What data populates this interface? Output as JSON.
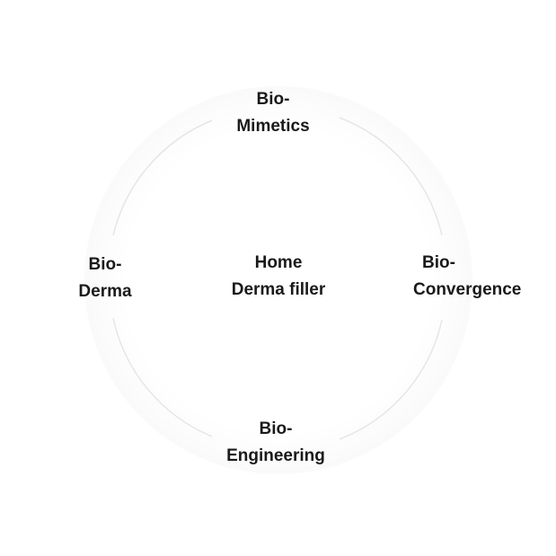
{
  "center": {
    "line1": "Home",
    "line2": "Derma filler"
  },
  "nodes": {
    "top": {
      "line1": "Bio-",
      "line2": "Mimetics"
    },
    "right": {
      "line1": "Bio-",
      "line2": "Convergence"
    },
    "bottom": {
      "line1": "Bio-",
      "line2": "Engineering"
    },
    "left": {
      "line1": "Bio-",
      "line2": "Derma"
    }
  },
  "colors": {
    "ring": "#e6e6e6",
    "text": "#1a1a1a",
    "background": "#ffffff"
  }
}
